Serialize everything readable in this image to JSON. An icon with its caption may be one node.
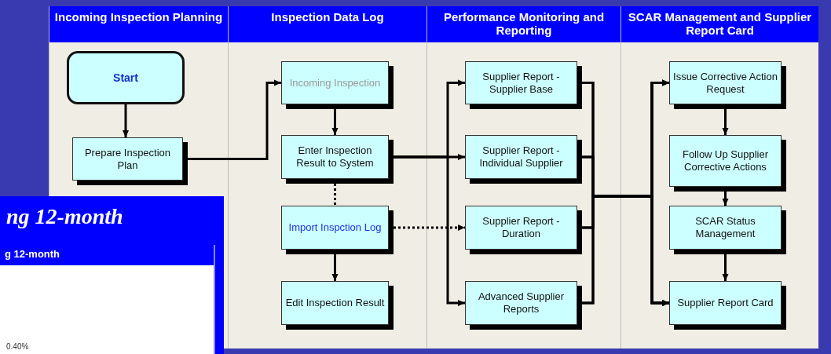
{
  "diagram": {
    "nodes": [
      {
        "text": [
          "Incoming Inspection Planning"
        ]
      },
      {
        "text": [
          "Start"
        ],
        "in": 0
      },
      {
        "text": [
          "Prepare Inspection Plan"
        ],
        "in": 0
      },
      {
        "text": [
          "Inspection Data Log"
        ]
      },
      {
        "text": [
          "Incoming Inspection"
        ],
        "in": 3
      },
      {
        "text": [
          "Enter Inspection Result to System"
        ],
        "in": 3
      },
      {
        "text": [
          "Import Inspction Log"
        ],
        "in": 3
      },
      {
        "text": [
          "Edit Inspection Result"
        ],
        "in": 3
      },
      {
        "text": [
          "Performance Monitoring and Reporting"
        ]
      },
      {
        "text": [
          "Supplier Report - Supplier Base"
        ],
        "in": 8
      },
      {
        "text": [
          "Supplier Report - Individual Supplier"
        ],
        "in": 8
      },
      {
        "text": [
          "Supplier Report - Duration"
        ],
        "in": 8
      },
      {
        "text": [
          "Advanced Supplier Reports"
        ],
        "in": 8
      },
      {
        "text": [
          "SCAR Management and Supplier Report Card"
        ]
      },
      {
        "text": [
          "Issue Corrective Action Request"
        ],
        "in": 13
      },
      {
        "text": [
          "Follow Up Supplier Corrective Actions"
        ],
        "in": 13
      },
      {
        "text": [
          "SCAR Status Management"
        ],
        "in": 13
      },
      {
        "text": [
          "Supplier Report Card"
        ],
        "in": 13
      }
    ],
    "edges": [
      {
        "from": 1,
        "to": 2,
        "arrow": "to"
      },
      {
        "from": 2,
        "to": 4,
        "arrow": "to"
      },
      {
        "from": 4,
        "to": 5,
        "arrow": "to"
      },
      {
        "from": 5,
        "to": 6,
        "arrow": "none",
        "style": "dashed"
      },
      {
        "from": 6,
        "to": 7,
        "arrow": "to"
      },
      {
        "from": 5,
        "to": 9,
        "arrow": "to"
      },
      {
        "from": 5,
        "to": 10,
        "arrow": "to"
      },
      {
        "from": 5,
        "to": 12,
        "arrow": "to"
      },
      {
        "from": 6,
        "to": 11,
        "arrow": "to",
        "style": "dashed"
      },
      {
        "from": 9,
        "to": 14,
        "arrow": "to"
      },
      {
        "from": 9,
        "to": 17,
        "arrow": "to"
      },
      {
        "from": 10,
        "to": 14,
        "arrow": "to"
      },
      {
        "from": 10,
        "to": 17,
        "arrow": "to"
      },
      {
        "from": 11,
        "to": 14,
        "arrow": "to"
      },
      {
        "from": 11,
        "to": 17,
        "arrow": "to"
      },
      {
        "from": 12,
        "to": 14,
        "arrow": "to"
      },
      {
        "from": 12,
        "to": 17,
        "arrow": "to"
      },
      {
        "from": 14,
        "to": 15,
        "arrow": "to"
      },
      {
        "from": 15,
        "to": 16,
        "arrow": "to"
      },
      {
        "from": 16,
        "to": 17,
        "arrow": "to"
      }
    ],
    "labels": [
      "ng 12-month",
      "g 12-month",
      "0.40%"
    ]
  }
}
